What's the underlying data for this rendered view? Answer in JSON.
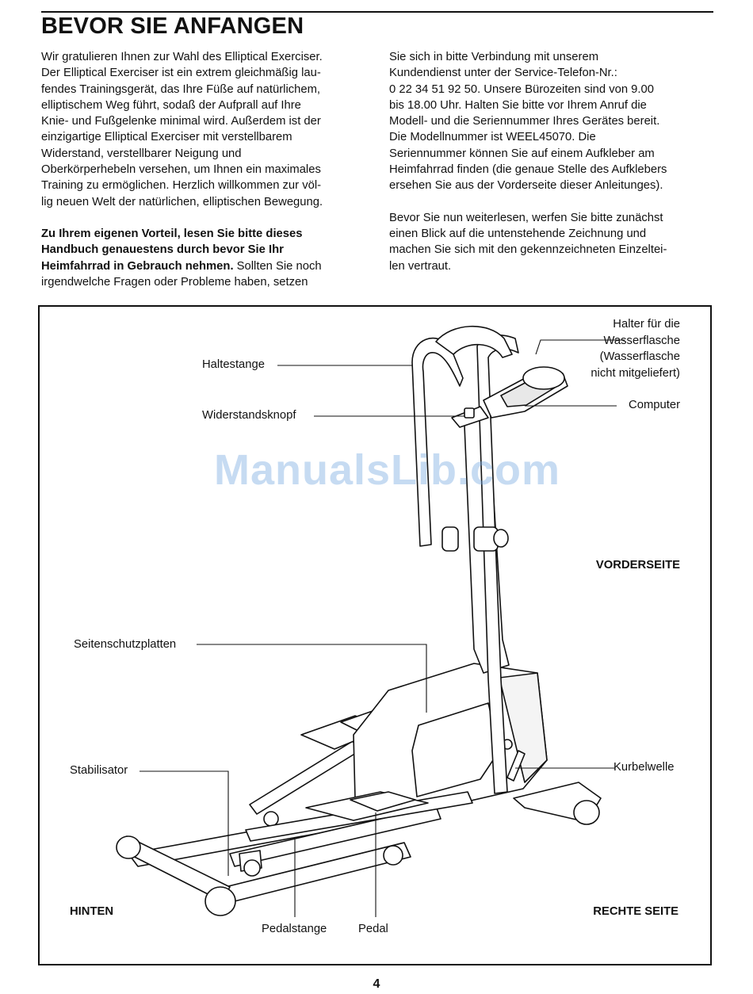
{
  "title": "BEVOR SIE ANFANGEN",
  "left_column": {
    "paragraph1_lines": [
      "Wir gratulieren Ihnen zur Wahl des Elliptical Exerciser.",
      "Der Elliptical Exerciser ist ein extrem gleichmäßig lau-",
      "fendes Trainingsgerät, das Ihre Füße auf natürlichem,",
      "elliptischem Weg führt, sodaß der Aufprall auf Ihre",
      "Knie- und Fußgelenke minimal wird. Außerdem ist der",
      "einzigartige Elliptical Exerciser mit verstellbarem",
      "Widerstand, verstellbarer Neigung und",
      "Oberkörperhebeln versehen, um Ihnen ein maximales",
      "Training zu ermöglichen. Herzlich willkommen zur völ-",
      "lig neuen Welt der natürlichen, elliptischen Bewegung."
    ],
    "paragraph2": {
      "bold_line1": "Zu Ihrem eigenen Vorteil, lesen Sie bitte dieses",
      "bold_line2": "Handbuch genauestens durch bevor Sie Ihr",
      "bold_line3": "Heimfahrrad in Gebrauch nehmen.",
      "line3_rest": " Sollten Sie noch",
      "line4": "irgendwelche Fragen oder Probleme haben, setzen"
    }
  },
  "right_column": {
    "paragraph1_lines": [
      "Sie sich in bitte Verbindung mit unserem",
      "Kundendienst unter der Service-Telefon-Nr.:",
      "0 22 34 51 92 50. Unsere Bürozeiten sind von 9.00",
      "bis 18.00 Uhr. Halten Sie bitte vor Ihrem Anruf die",
      "Modell- und die Seriennummer Ihres Gerätes bereit.",
      "Die Modellnummer ist WEEL45070. Die",
      "Seriennummer können Sie auf einem Aufkleber am",
      "Heimfahrrad finden (die genaue Stelle des Aufklebers",
      "ersehen Sie aus der Vorderseite dieser Anleitunges)."
    ],
    "paragraph2_lines": [
      "Bevor Sie nun weiterlesen, werfen Sie bitte zunächst",
      "einen Blick auf die untenstehende Zeichnung und",
      "machen Sie sich mit den gekennzeichneten Einzeltei-",
      "len vertraut."
    ]
  },
  "diagram": {
    "labels": {
      "halter_lines": [
        "Halter für die",
        "Wasserflasche",
        "(Wasserflasche",
        "nicht mitgeliefert)"
      ],
      "haltestange": "Haltestange",
      "widerstandsknopf": "Widerstandsknopf",
      "computer": "Computer",
      "vorderseite": "VORDERSEITE",
      "seitenschutzplatten": "Seitenschutzplatten",
      "stabilisator": "Stabilisator",
      "kurbelwelle": "Kurbelwelle",
      "hinten": "HINTEN",
      "rechte_seite": "RECHTE SEITE",
      "pedalstange": "Pedalstange",
      "pedal": "Pedal"
    },
    "watermark": "ManualsLib.com"
  },
  "page_number": "4"
}
